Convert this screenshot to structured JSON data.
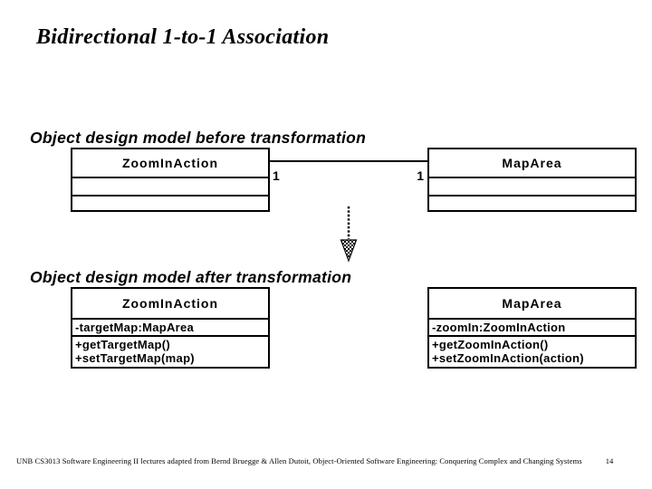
{
  "slide": {
    "title": "Bidirectional 1-to-1 Association",
    "footer": "UNB CS3013 Software Engineering II lectures adapted from Bernd Bruegge & Allen Dutoit, Object-Oriented Software Engineering: Conquering Complex and Changing Systems",
    "page_number": "14"
  },
  "before": {
    "heading": "Object design model before transformation",
    "left_class": {
      "name": "ZoomInAction"
    },
    "right_class": {
      "name": "MapArea"
    },
    "association": {
      "left_multiplicity": "1",
      "right_multiplicity": "1"
    }
  },
  "transform_arrow_icon": "dashed-down-arrow",
  "after": {
    "heading": "Object design model after transformation",
    "left_class": {
      "name": "ZoomInAction",
      "attributes": [
        "-targetMap:MapArea"
      ],
      "methods": [
        "+getTargetMap()",
        "+setTargetMap(map)"
      ]
    },
    "right_class": {
      "name": "MapArea",
      "attributes": [
        "-zoomIn:ZoomInAction"
      ],
      "methods": [
        "+getZoomInAction()",
        "+setZoomInAction(action)"
      ]
    }
  },
  "colors": {
    "background": "#ffffff",
    "line": "#000000",
    "text": "#000000"
  }
}
